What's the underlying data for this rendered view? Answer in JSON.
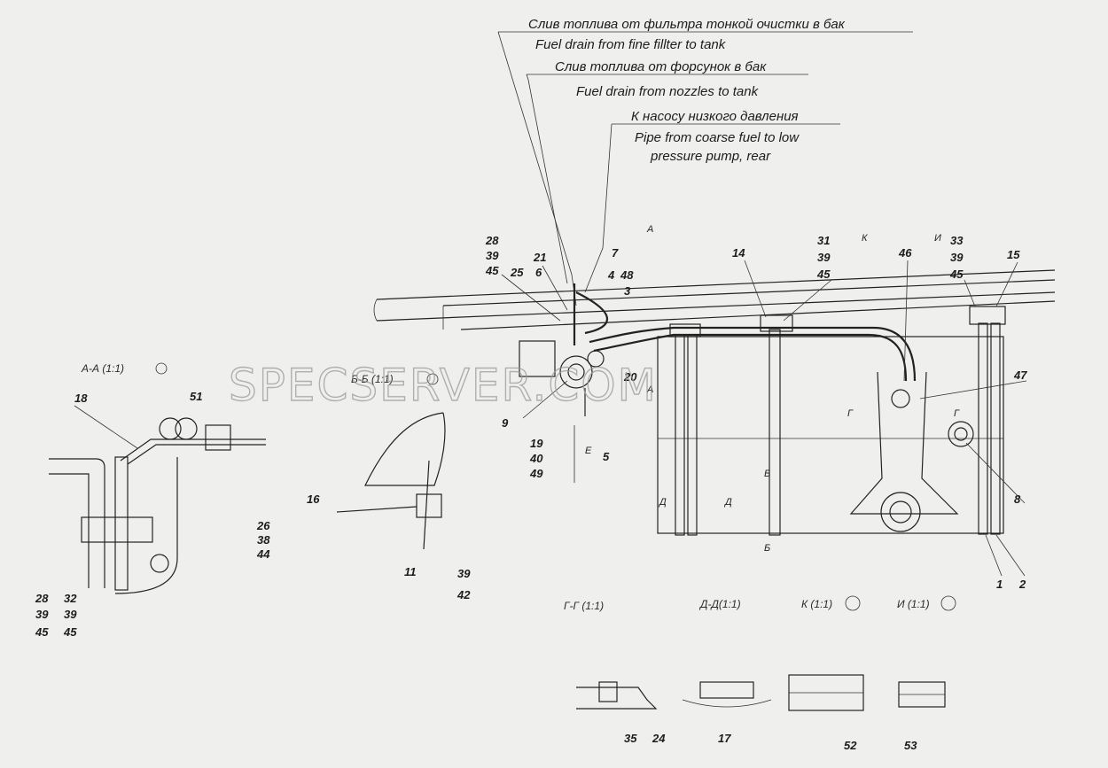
{
  "captions": [
    "Слив топлива от фильтра тонкой очистки в бак",
    "Fuel drain from fine fillter to tank",
    "Слив топлива от форсунок в бак",
    "Fuel drain from nozzles to tank",
    "К насосу низкого давления",
    "Pipe from coarse fuel to low",
    "pressure pump, rear"
  ],
  "section_titles": {
    "aa": "А-А (1:1)",
    "bb": "Б-Б (1:1)",
    "gg": "Г-Г (1:1)",
    "dd": "Д-Д(1:1)",
    "k": "К (1:1)",
    "i": "И (1:1)"
  },
  "section_marks": [
    "А",
    "А",
    "Б",
    "Б",
    "Г",
    "Г",
    "Д",
    "Д",
    "К",
    "И",
    "Е"
  ],
  "main_labels": [
    "28",
    "39",
    "45",
    "21",
    "25",
    "6",
    "7",
    "4",
    "48",
    "3",
    "9",
    "20",
    "19",
    "40",
    "49",
    "5",
    "14",
    "31",
    "39",
    "45",
    "46",
    "33",
    "39",
    "45",
    "15",
    "47",
    "8",
    "1",
    "2"
  ],
  "view_aa_labels": [
    "18",
    "51",
    "26",
    "38",
    "44",
    "28",
    "39",
    "45",
    "32",
    "39",
    "45"
  ],
  "view_bb_labels": [
    "16",
    "11",
    "39",
    "42"
  ],
  "detail_labels": [
    "35",
    "24",
    "17",
    "52",
    "53"
  ],
  "watermark": "SPECSERVER.COM"
}
